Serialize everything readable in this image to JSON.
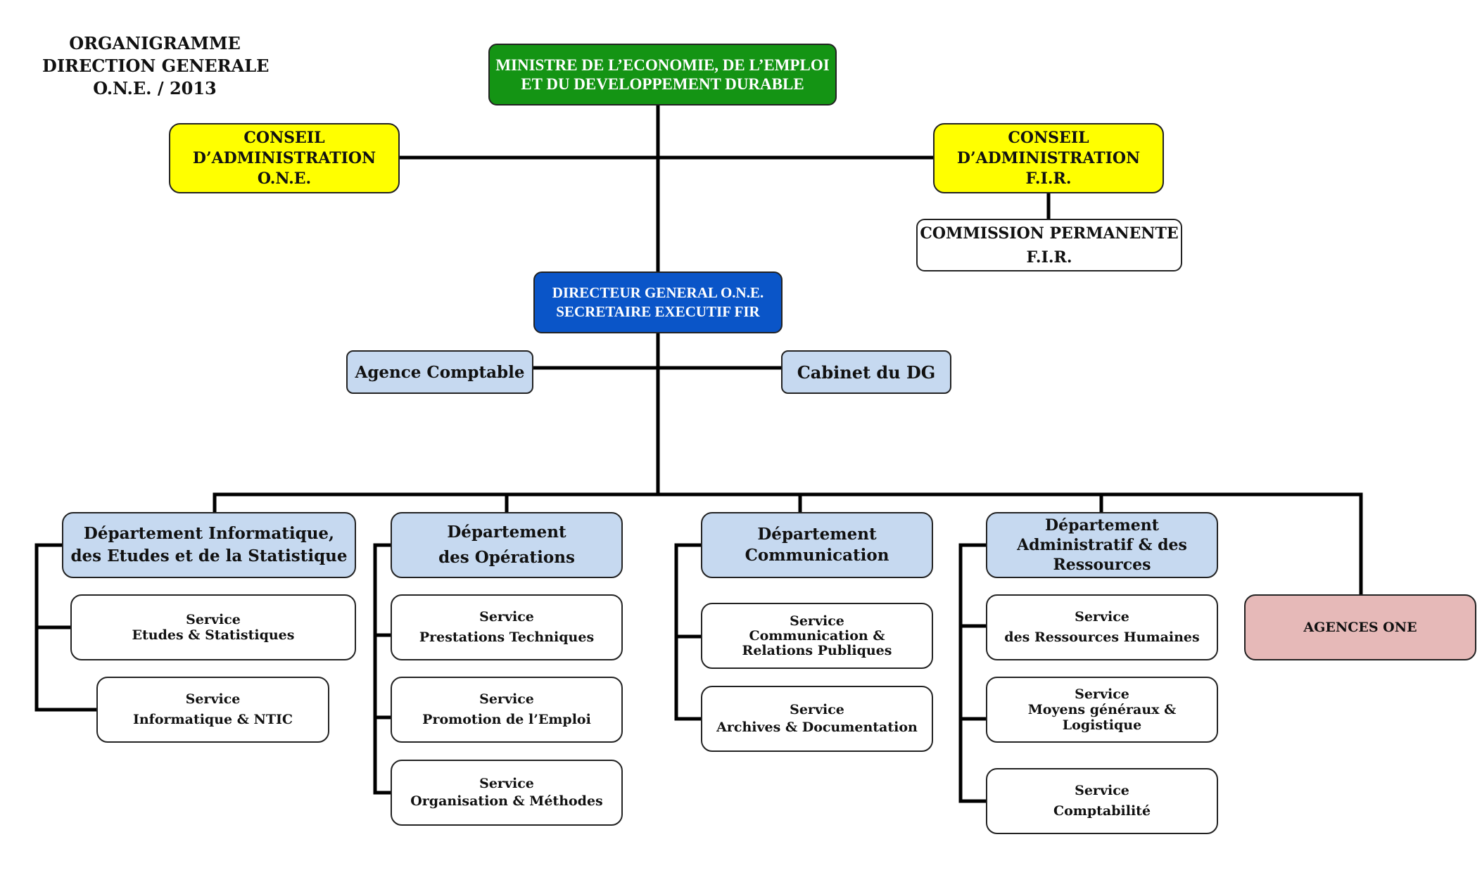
{
  "title": [
    "ORGANIGRAMME",
    "DIRECTION GENERALE",
    "O.N.E. / 2013"
  ],
  "ministre": [
    "MINISTRE DE L’ECONOMIE, DE L’EMPLOI",
    "ET DU DEVELOPPEMENT DURABLE"
  ],
  "conseil_one": [
    "CONSEIL",
    "D’ADMINISTRATION",
    "O.N.E."
  ],
  "conseil_fir": [
    "CONSEIL",
    "D’ADMINISTRATION",
    "F.I.R."
  ],
  "commission": [
    "COMMISSION PERMANENTE",
    "F.I.R."
  ],
  "directeur": [
    "DIRECTEUR GENERAL O.N.E.",
    "SECRETAIRE EXECUTIF FIR"
  ],
  "agence_comptable": "Agence Comptable",
  "cabinet": "Cabinet du DG",
  "agences": "AGENCES ONE",
  "departments": [
    {
      "name": [
        "Département Informatique,",
        "des Etudes et de la Statistique"
      ],
      "services": [
        [
          "Service",
          "Etudes & Statistiques"
        ],
        [
          "Service",
          "Informatique & NTIC"
        ]
      ]
    },
    {
      "name": [
        "Département",
        "des Opérations"
      ],
      "services": [
        [
          "Service",
          "Prestations Techniques"
        ],
        [
          "Service",
          "Promotion de l’Emploi"
        ],
        [
          "Service",
          "Organisation & Méthodes"
        ]
      ]
    },
    {
      "name": [
        "Département",
        "Communication"
      ],
      "services": [
        [
          "Service",
          "Communication &",
          "Relations Publiques"
        ],
        [
          "Service",
          "Archives & Documentation"
        ]
      ]
    },
    {
      "name": [
        "Département",
        "Administratif & des",
        "Ressources"
      ],
      "services": [
        [
          "Service",
          "des Ressources  Humaines"
        ],
        [
          "Service",
          "Moyens généraux &",
          "Logistique"
        ],
        [
          "Service",
          "Comptabilité"
        ]
      ]
    }
  ],
  "colors": {
    "ministre": "#149414",
    "conseil": "#ffff00",
    "directeur": "#0a55c8",
    "department": "#c6d9f0",
    "agences": "#e6b9b8",
    "line": "#000000"
  }
}
